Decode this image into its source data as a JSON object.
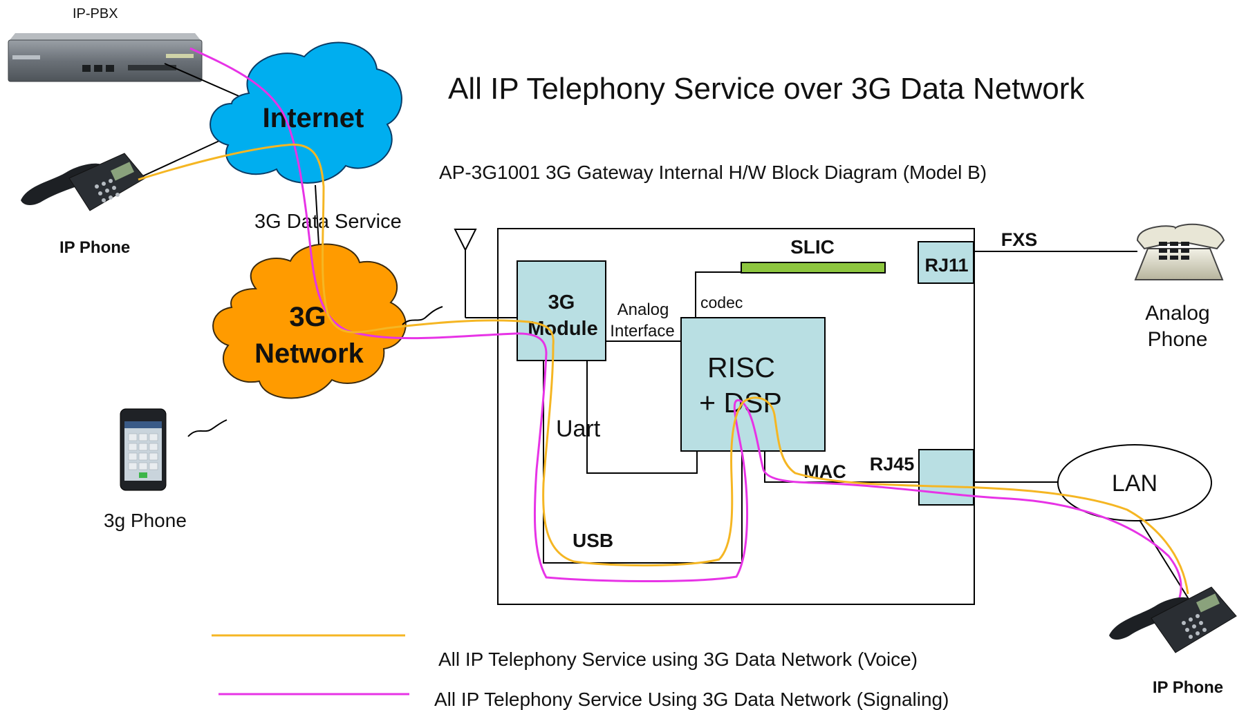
{
  "title": "All IP Telephony Service over 3G Data Network",
  "subtitle": "AP-3G1001 3G Gateway Internal H/W Block Diagram (Model B)",
  "labels": {
    "ip_pbx": "IP-PBX",
    "internet": "Internet",
    "network_3g_line1": "3G",
    "network_3g_line2": "Network",
    "data_service": "3G Data Service",
    "ip_phone_left": "IP Phone",
    "phone_3g": "3g Phone",
    "module_line1": "3G",
    "module_line2": "Module",
    "analog_if_line1": "Analog",
    "analog_if_line2": "Interface",
    "codec": "codec",
    "slic": "SLIC",
    "rj11": "RJ11",
    "fxs": "FXS",
    "risc_line1": "RISC",
    "risc_line2": "+ DSP",
    "uart": "Uart",
    "mac": "MAC",
    "rj45": "RJ45",
    "usb": "USB",
    "lan": "LAN",
    "analog_phone_line1": "Analog",
    "analog_phone_line2": "Phone",
    "ip_phone_right": "IP Phone"
  },
  "legend": {
    "voice": "All IP Telephony Service using 3G Data Network (Voice)",
    "signaling": "All IP Telephony Service Using 3G Data Network (Signaling)"
  },
  "colors": {
    "voice": "#f5b623",
    "signaling": "#e733e6",
    "internet_cloud": "#00aeef",
    "network_cloud": "#ff9b00",
    "block_fill": "#b9dfe3",
    "slic_fill": "#8dc63f"
  }
}
